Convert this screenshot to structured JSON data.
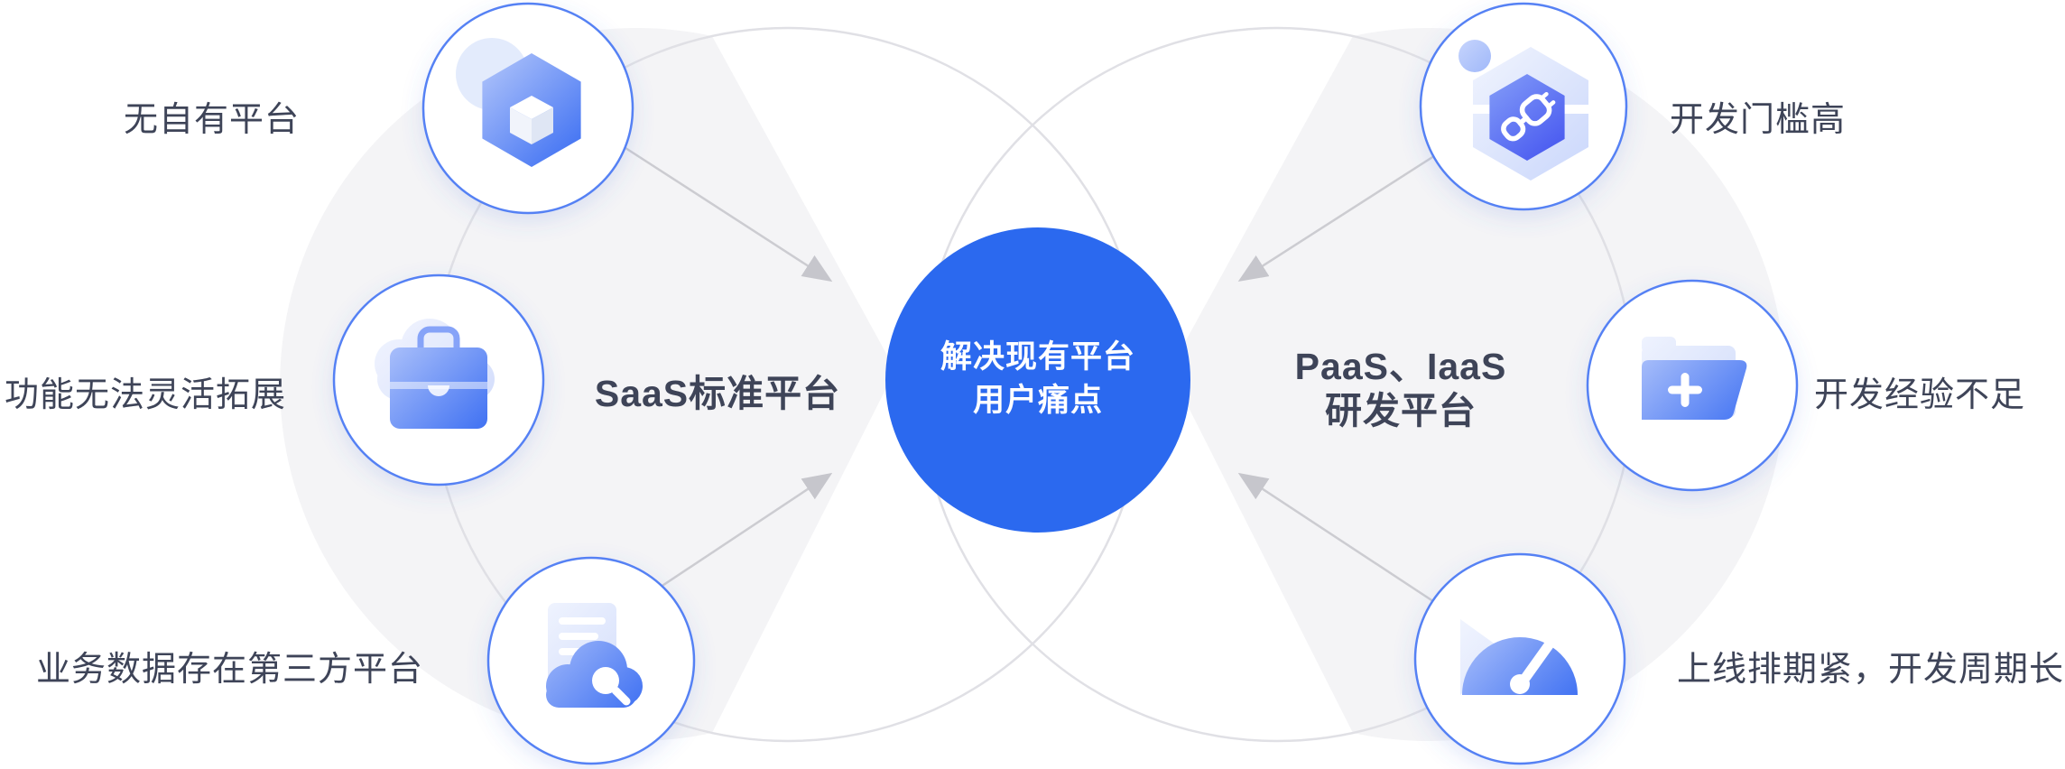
{
  "diagram": {
    "center": {
      "line1": "解决现有平台",
      "line2": "用户痛点"
    },
    "left_platform": {
      "title": "SaaS标准平台",
      "pain_points": [
        "无自有平台",
        "功能无法灵活拓展",
        "业务数据存在第三方平台"
      ],
      "icons": [
        "cube-hexagon-icon",
        "briefcase-cloud-icon",
        "cloud-search-document-icon"
      ]
    },
    "right_platform": {
      "title_line1": "PaaS、IaaS",
      "title_line2": "研发平台",
      "pain_points": [
        "开发门槛高",
        "开发经验不足",
        "上线排期紧，开发周期长"
      ],
      "icons": [
        "plug-hexagon-icon",
        "folder-add-icon",
        "gauge-icon"
      ]
    },
    "colors": {
      "accent_blue": "#2B69EF",
      "panel_gray": "#F4F4F6",
      "outline_gray": "#E0E0E5",
      "text_dark": "#3E4458",
      "arrow_gray": "#CCCCD1",
      "icon_border_blue": "#5581F4"
    }
  }
}
